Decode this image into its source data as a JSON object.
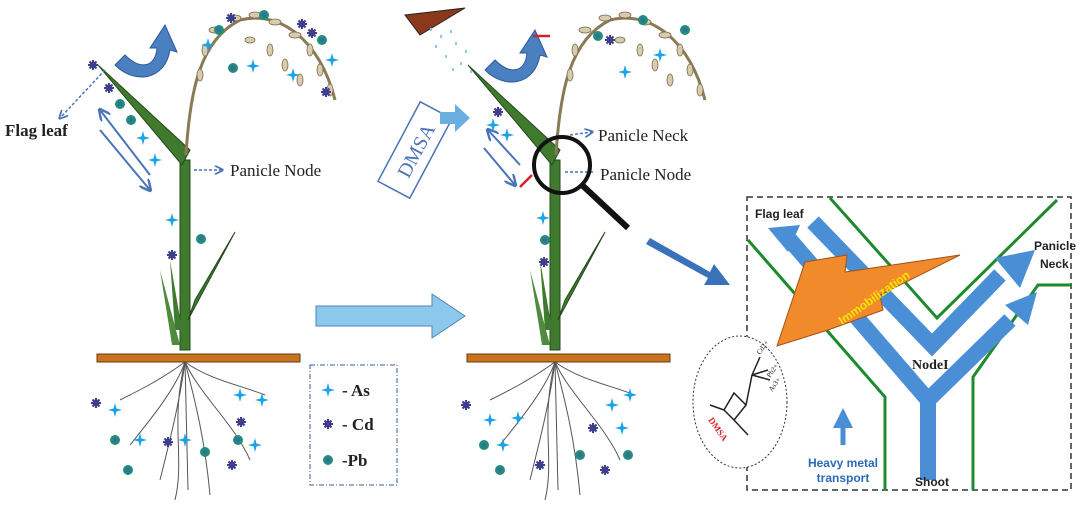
{
  "left_plant": {
    "flag_leaf_label": "Flag leaf",
    "panicle_node_label": "Panicle Node"
  },
  "middle_plant": {
    "treatment_label": "DMSA",
    "panicle_neck_label": "Panicle Neck",
    "panicle_node_label": "Panicle Node"
  },
  "legend": {
    "items": [
      {
        "symbol": "sparkle-icon",
        "label": "- As",
        "color": "#1aa3e8"
      },
      {
        "symbol": "asterisk-icon",
        "label": "- Cd",
        "color": "#3b3f8f"
      },
      {
        "symbol": "dot-icon",
        "label": "-Pb",
        "color": "#1f8f7a"
      }
    ]
  },
  "inset": {
    "flag_leaf_label": "Flag leaf",
    "panicle_neck_label_1": "Panicle",
    "panicle_neck_label_2": "Neck",
    "immobilization_label": "Immobilization",
    "node_label": "NodeI",
    "transport_label_1": "Heavy metal",
    "transport_label_2": "transport",
    "shoot_label": "Shoot",
    "chelator_label": "DMSA",
    "ion_labels": [
      "Cd2+",
      "Pb2+",
      "As3+"
    ]
  },
  "colors": {
    "stem": "#3f7a2e",
    "soil": "#c8741e",
    "arrow_blue": "#4a86c8",
    "channel_green": "#1e8a2e",
    "bolt_orange": "#f08a2a"
  }
}
